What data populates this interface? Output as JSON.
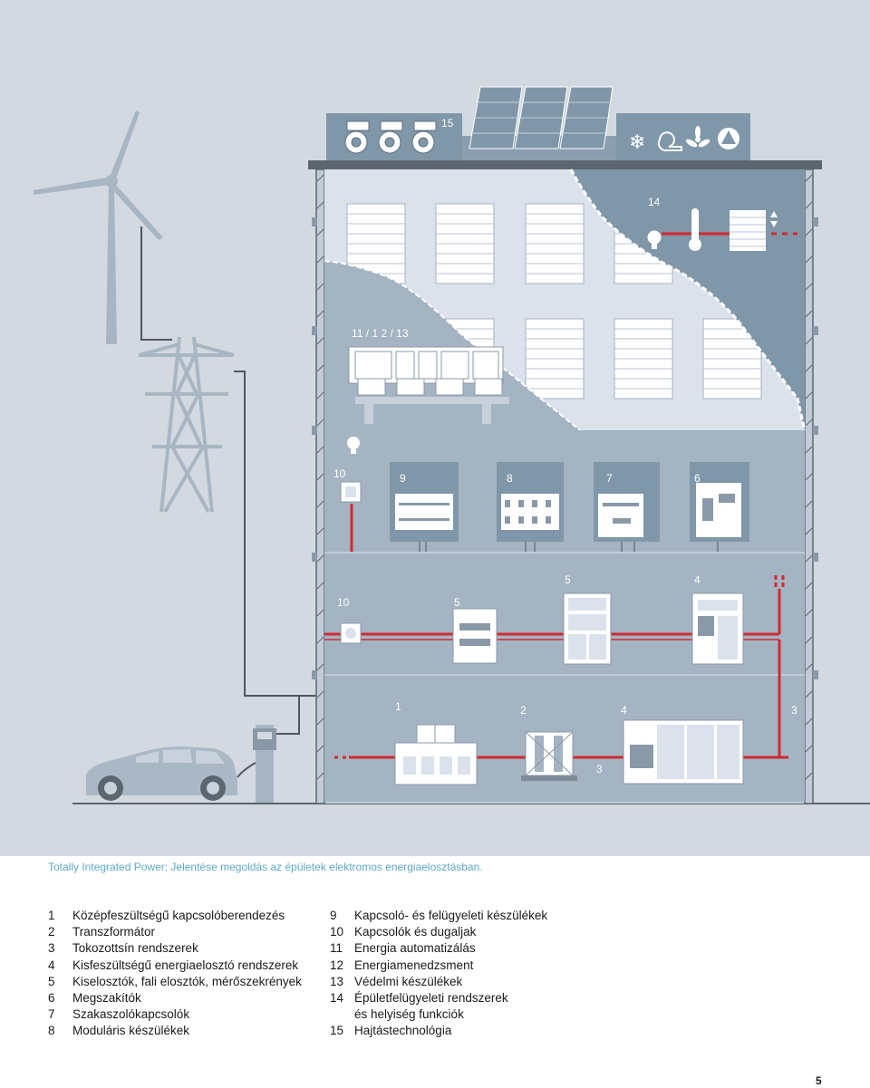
{
  "labels": {
    "roof_15": "15",
    "floor3_14": "14",
    "floor3_11_12_13": "11 / 1 2 / 13",
    "floor2_10": "10",
    "floor2_9": "9",
    "floor2_8": "8",
    "floor2_7": "7",
    "floor2_6": "6",
    "floor1_10": "10",
    "floor1_5a": "5",
    "floor1_5b": "5",
    "floor1_4": "4",
    "base_1": "1",
    "base_2": "2",
    "base_4": "4",
    "base_3a": "3",
    "base_3b": "3"
  },
  "caption": "Totally Integrated Power: Jelentése megoldás az épületek elektromos energiaelosztásban.",
  "legend_left": [
    {
      "num": "1",
      "text": "Középfeszültségű kapcsolóberendezés"
    },
    {
      "num": "2",
      "text": "Transzformátor"
    },
    {
      "num": "3",
      "text": "Tokozottsín rendszerek"
    },
    {
      "num": "4",
      "text": "Kisfeszültségű energiaelosztó rendszerek"
    },
    {
      "num": "5",
      "text": "Kiselosztók, fali elosztók, mérőszekrények"
    },
    {
      "num": "6",
      "text": "Megszakítók"
    },
    {
      "num": "7",
      "text": "Szakaszolókapcsolók"
    },
    {
      "num": "8",
      "text": "Moduláris készülékek"
    }
  ],
  "legend_right": [
    {
      "num": "9",
      "text": "Kapcsoló- és felügyeleti készülékek"
    },
    {
      "num": "10",
      "text": "Kapcsolók és dugaljak"
    },
    {
      "num": "11",
      "text": "Energia automatizálás"
    },
    {
      "num": "12",
      "text": "Energiamenedzsment"
    },
    {
      "num": "13",
      "text": "Védelmi készülékek"
    },
    {
      "num": "14",
      "text": "Épületfelügyeleti rendszerek"
    },
    {
      "num": "",
      "text": "és helyiség funkciók"
    },
    {
      "num": "15",
      "text": "Hajtástechnológia"
    }
  ],
  "page_number": "5",
  "colors": {
    "background": "#d3d9e0",
    "building_light": "#c2ccd8",
    "floor_pale": "#dbe2ec",
    "floor_mid": "#a5b4c2",
    "bms_panel": "#7f97a8",
    "roof_panel": "#7f97a8",
    "power_line": "#d12a2f",
    "cable": "#7a8590",
    "caption": "#5ea8c8"
  },
  "icons": [
    "wind-turbine-icon",
    "power-pylon-icon",
    "electric-car-icon",
    "charging-station-icon",
    "solar-panel-icon",
    "snowflake-icon",
    "fan-icon",
    "lamp-icon",
    "thermometer-icon",
    "socket-icon",
    "switch-icon"
  ]
}
